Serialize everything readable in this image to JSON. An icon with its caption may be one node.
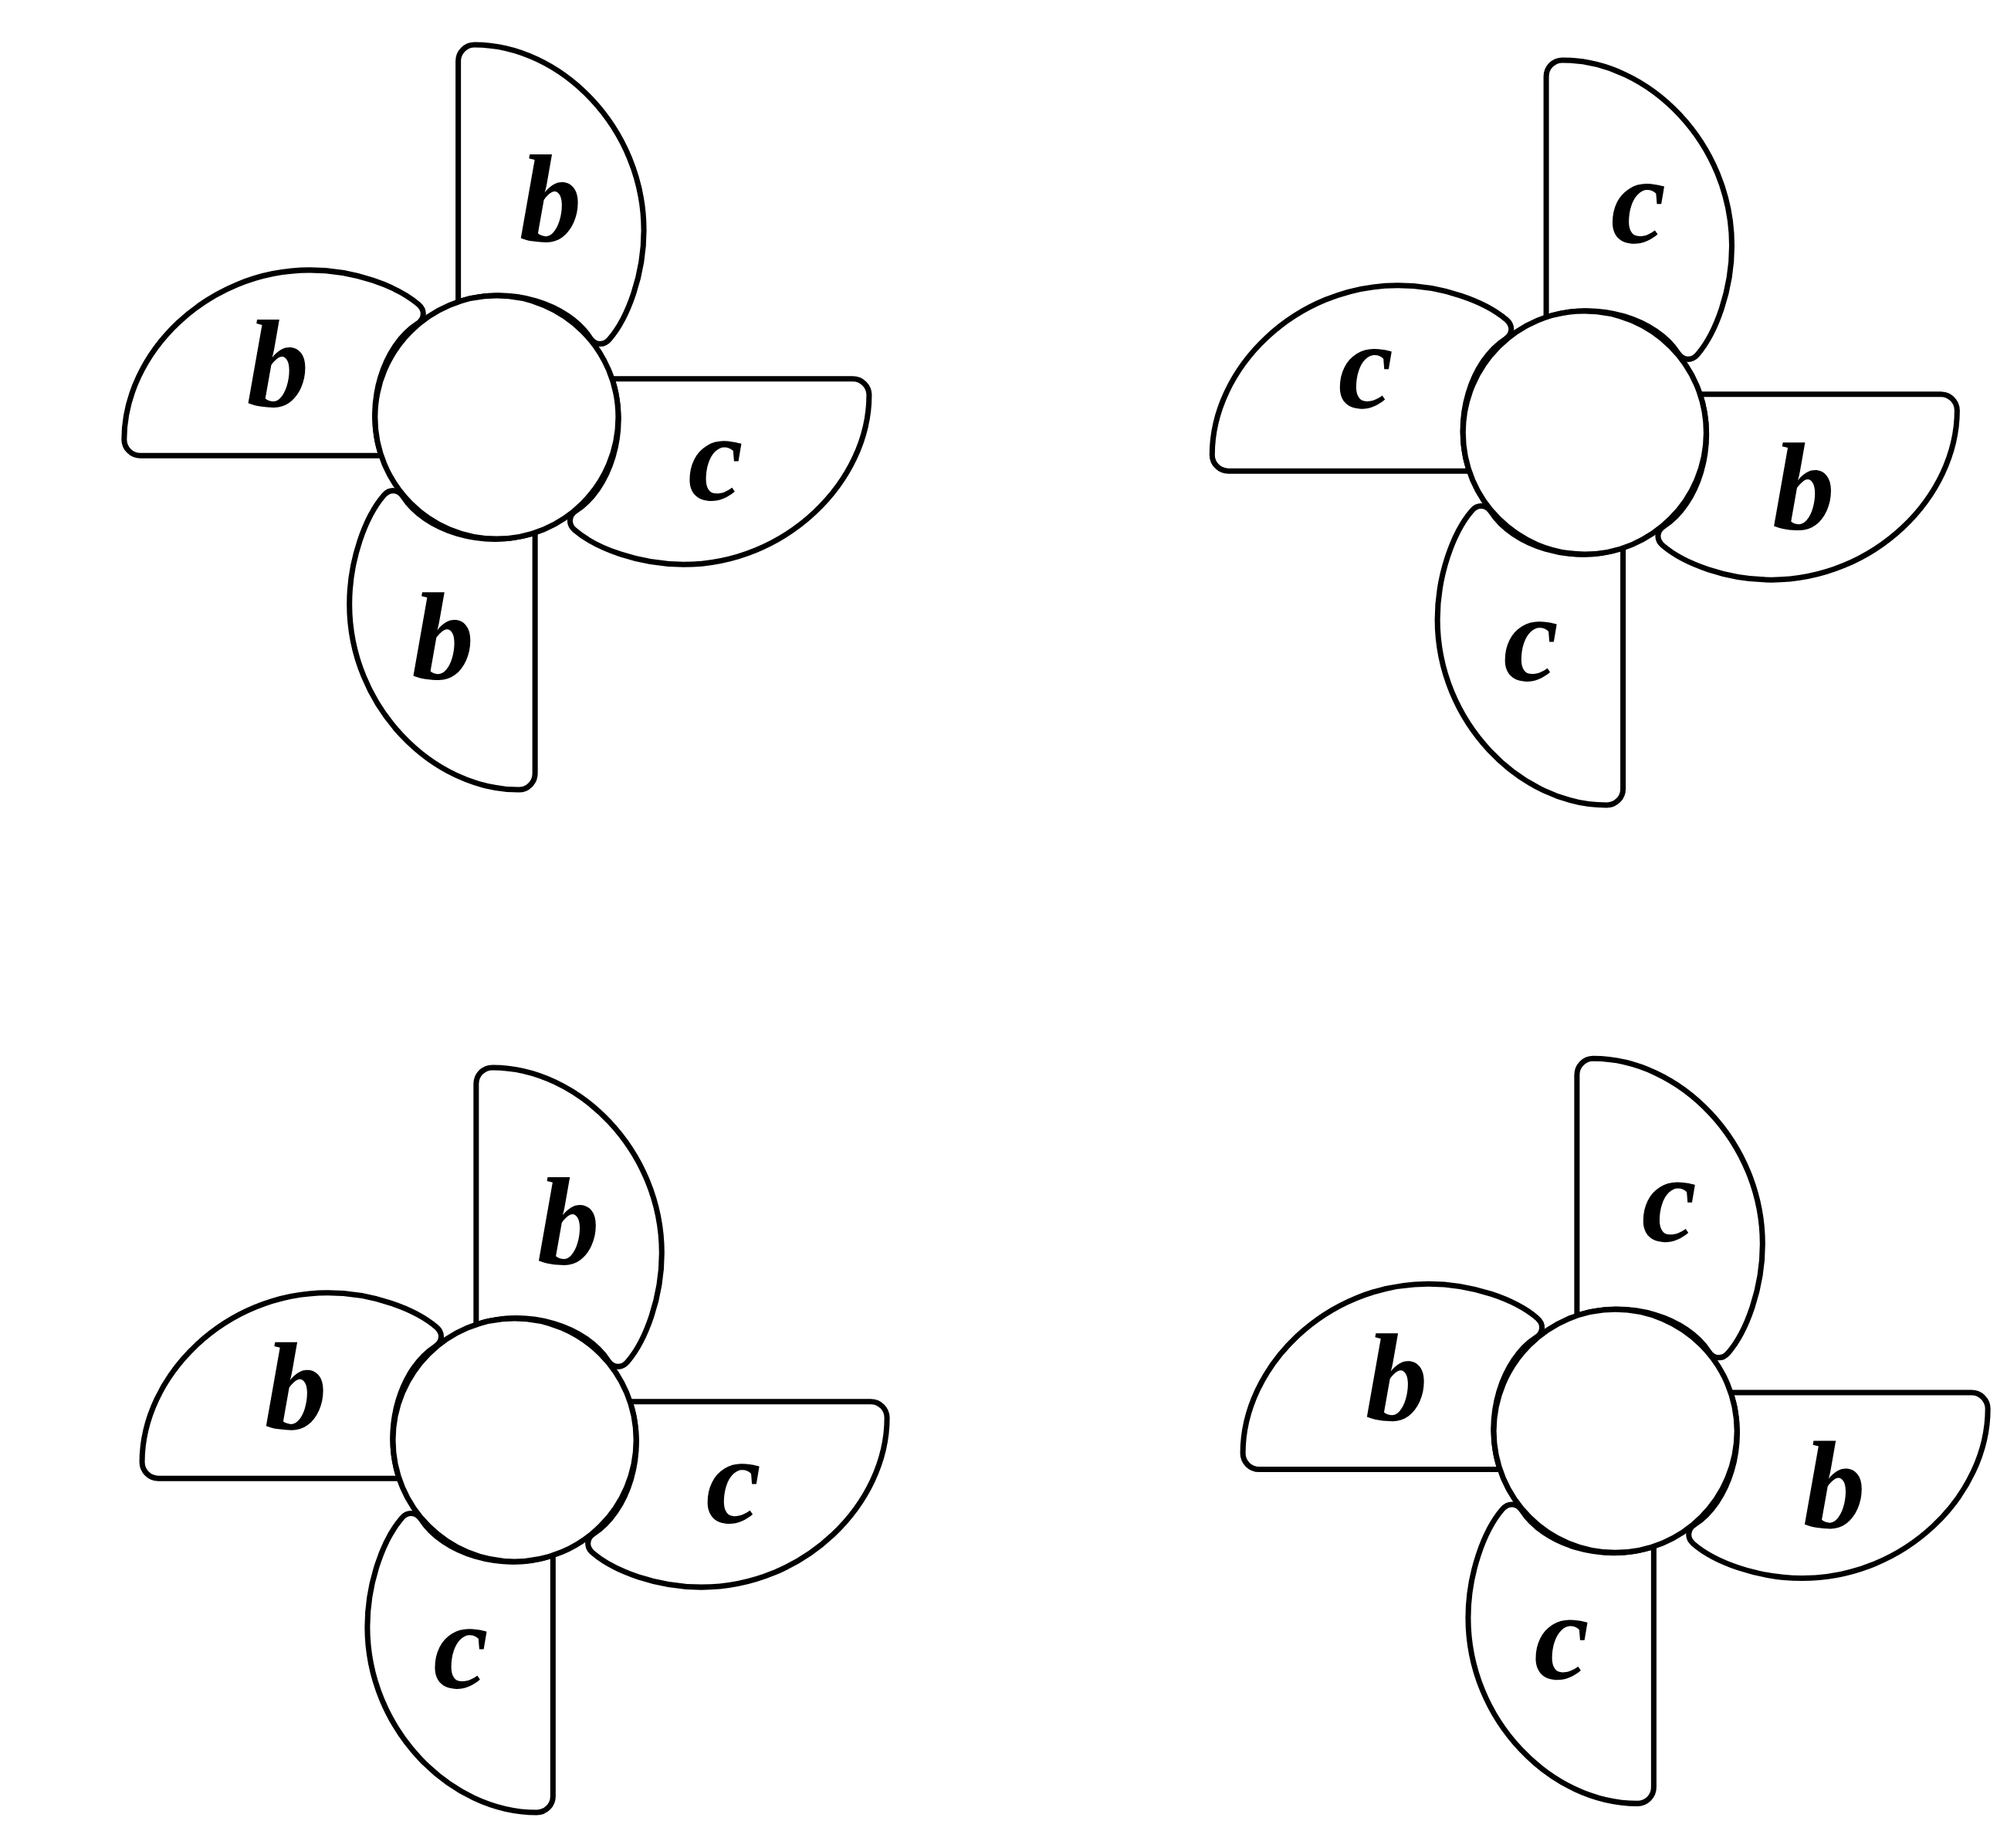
{
  "diagram": {
    "nodes": [
      {
        "text": [
          "b"
        ]
      },
      {
        "text": [
          "b"
        ]
      },
      {
        "text": [
          "c"
        ]
      },
      {
        "text": [
          "b"
        ]
      },
      {
        "text": [],
        "shape": "circle"
      },
      {
        "text": [
          "c"
        ]
      },
      {
        "text": [
          "c"
        ]
      },
      {
        "text": [
          "b"
        ]
      },
      {
        "text": [
          "c"
        ]
      },
      {
        "text": [],
        "shape": "circle"
      },
      {
        "text": [
          "b"
        ]
      },
      {
        "text": [
          "b"
        ]
      },
      {
        "text": [
          "c"
        ]
      },
      {
        "text": [
          "c"
        ]
      },
      {
        "text": [],
        "shape": "circle"
      },
      {
        "text": [
          "c"
        ]
      },
      {
        "text": [
          "b"
        ]
      },
      {
        "text": [
          "b"
        ]
      },
      {
        "text": [
          "c"
        ]
      },
      {
        "text": [],
        "shape": "circle"
      }
    ]
  }
}
